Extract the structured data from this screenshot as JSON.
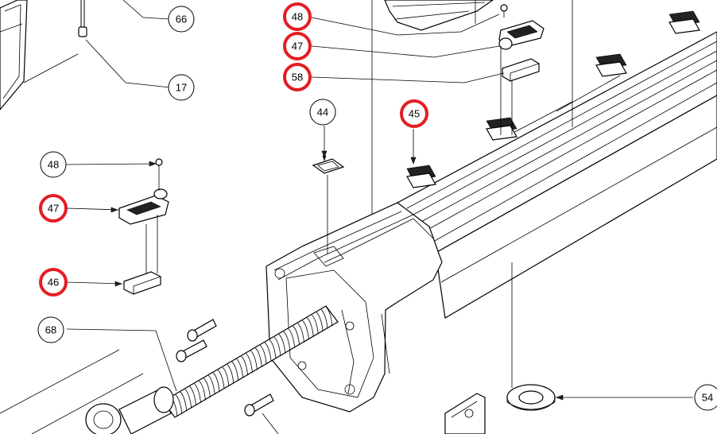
{
  "callouts": [
    {
      "id": "c66",
      "label": "66",
      "highlighted": false
    },
    {
      "id": "c17",
      "label": "17",
      "highlighted": false
    },
    {
      "id": "c48a",
      "label": "48",
      "highlighted": true
    },
    {
      "id": "c47a",
      "label": "47",
      "highlighted": true
    },
    {
      "id": "c58",
      "label": "58",
      "highlighted": true
    },
    {
      "id": "c44",
      "label": "44",
      "highlighted": false
    },
    {
      "id": "c45",
      "label": "45",
      "highlighted": true
    },
    {
      "id": "c48b",
      "label": "48",
      "highlighted": false
    },
    {
      "id": "c47b",
      "label": "47",
      "highlighted": true
    },
    {
      "id": "c46",
      "label": "46",
      "highlighted": true
    },
    {
      "id": "c68",
      "label": "68",
      "highlighted": false
    },
    {
      "id": "c54",
      "label": "54",
      "highlighted": false
    }
  ],
  "colors": {
    "highlight": "#e31e24",
    "line": "#000000",
    "background": "#ffffff"
  }
}
